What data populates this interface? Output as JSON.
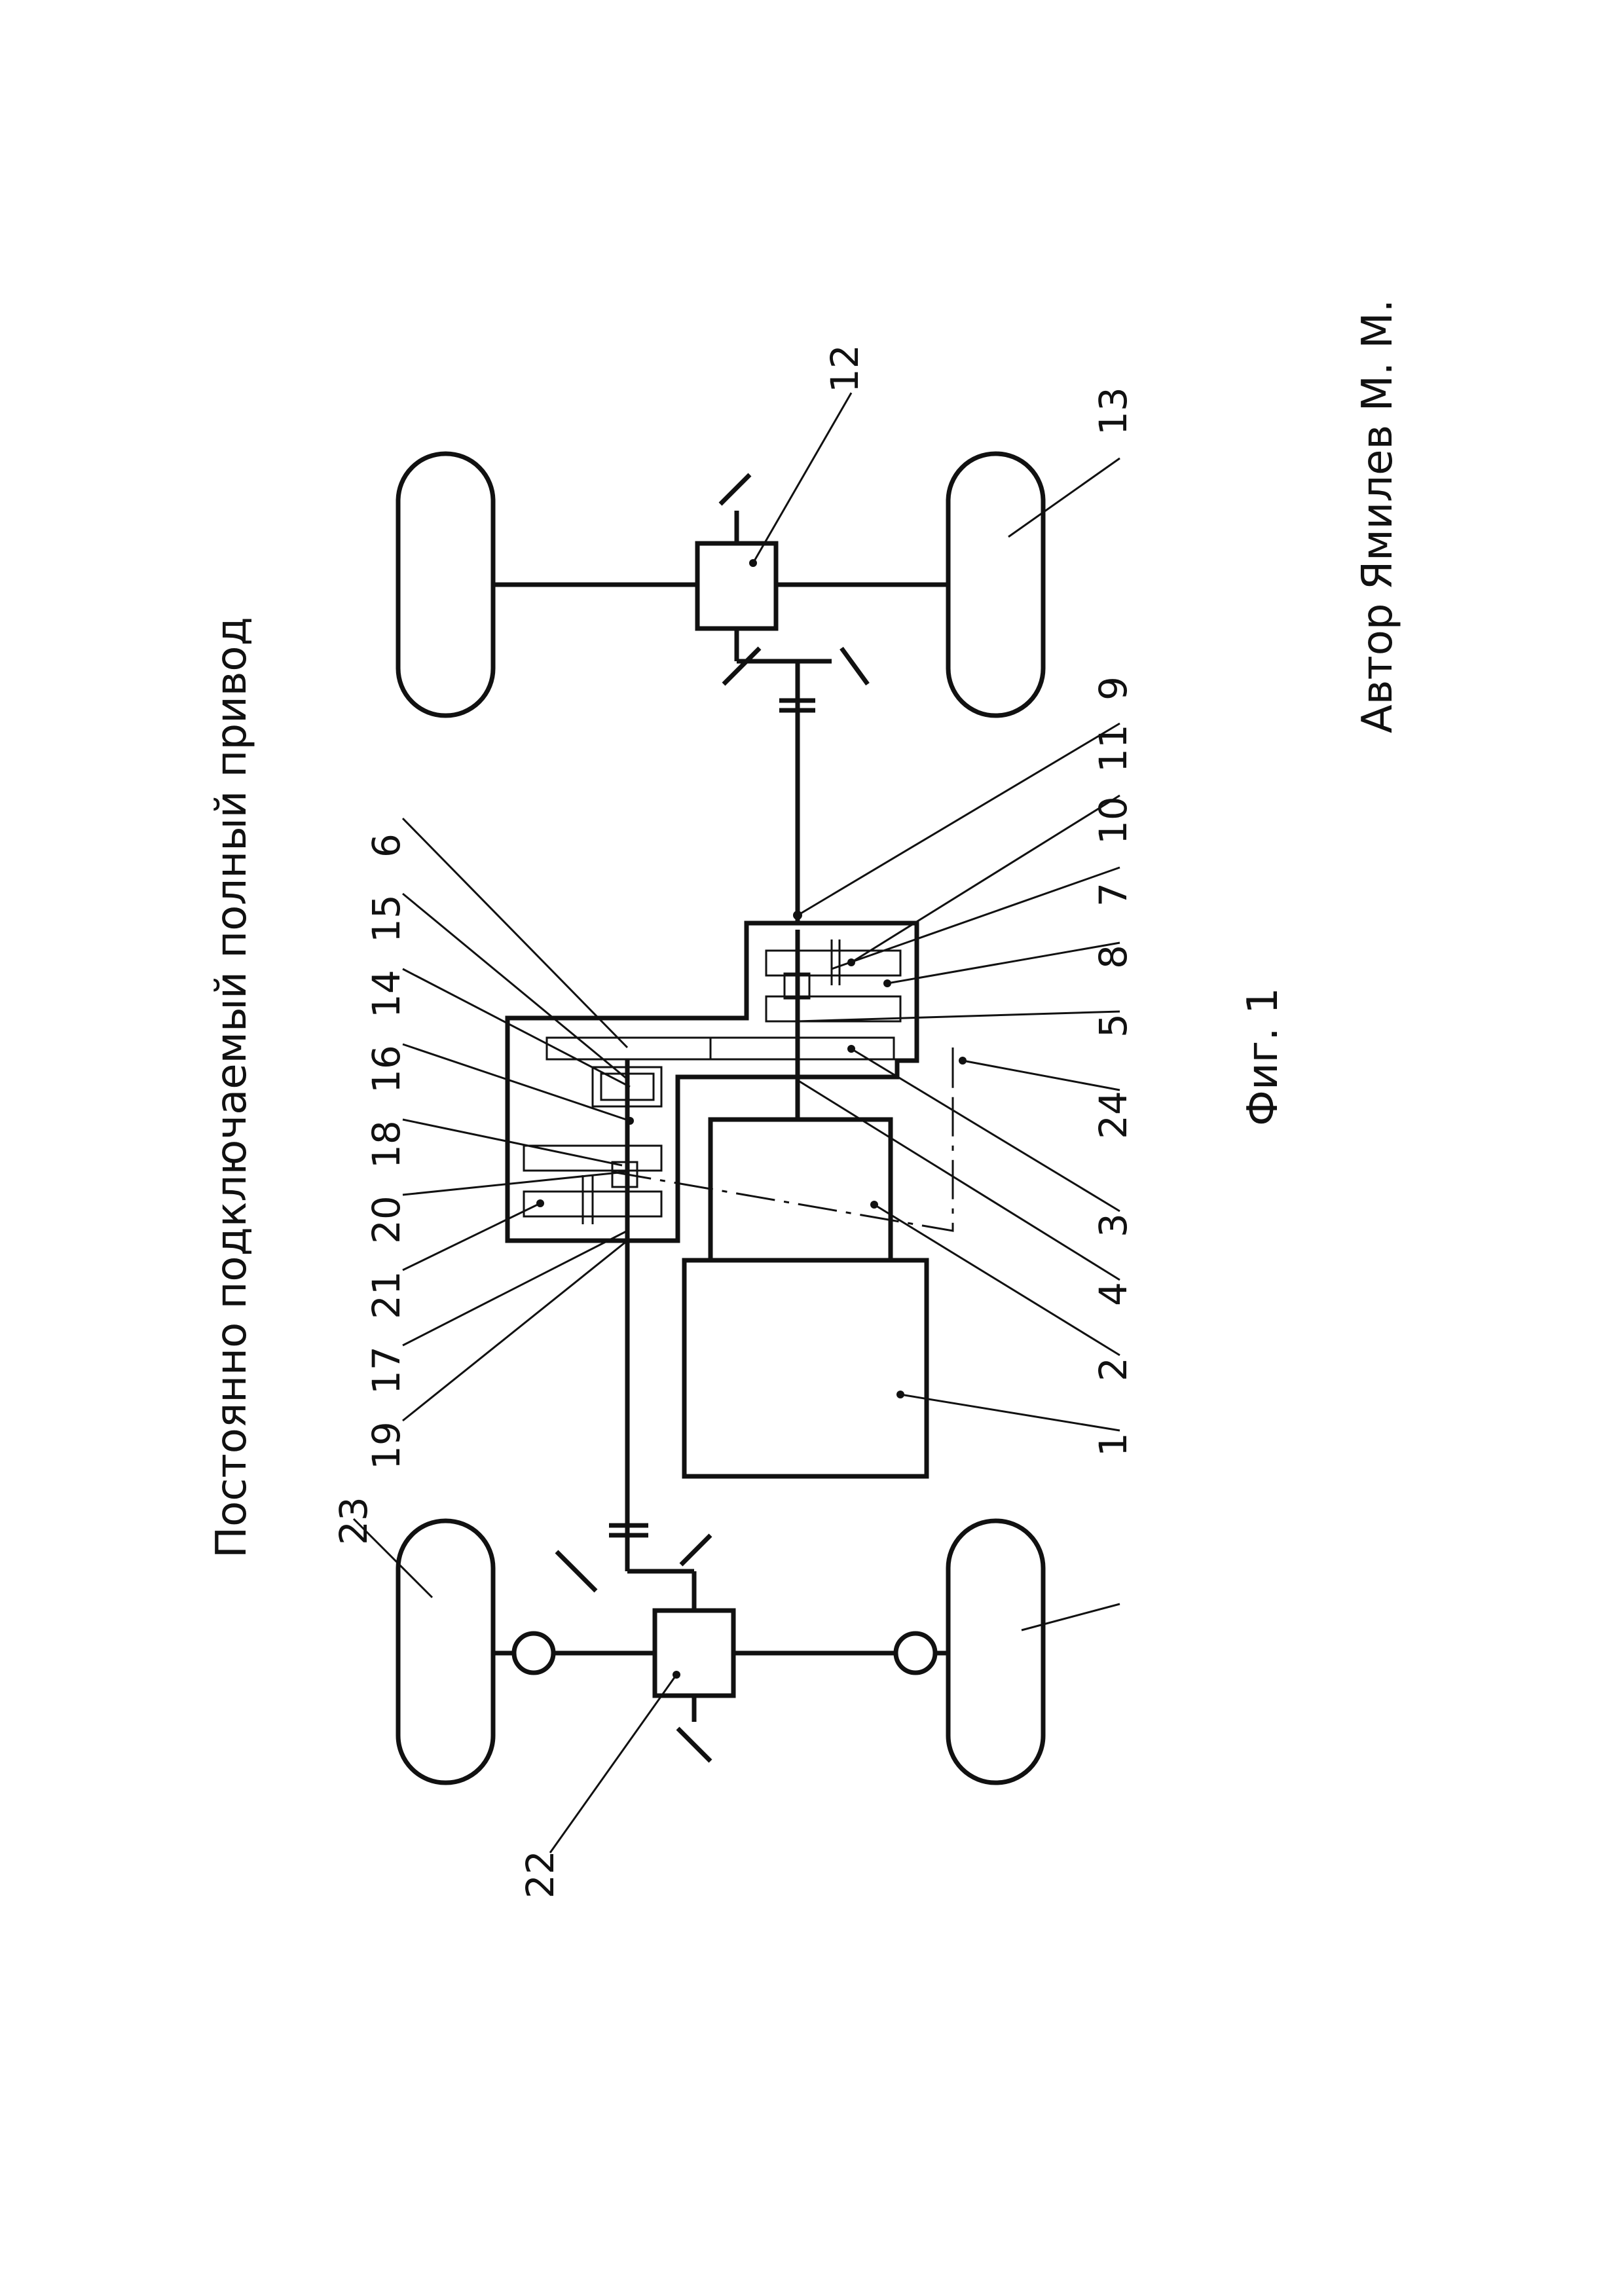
{
  "title": "Постоянно подключаемый полный привод",
  "author": "Автор Ямилев М. М.",
  "figure_caption": "Фиг. 1",
  "labels": {
    "l1": "1",
    "l2": "2",
    "l3": "3",
    "l4": "4",
    "l5": "5",
    "l6": "6",
    "l7": "7",
    "l8": "8",
    "l9": "9",
    "l10": "10",
    "l11": "11",
    "l12": "12",
    "l13": "13",
    "l14": "14",
    "l15": "15",
    "l16": "16",
    "l17": "17",
    "l18": "18",
    "l19": "19",
    "l20": "20",
    "l21": "21",
    "l22": "22",
    "l23": "23",
    "l24": "24"
  }
}
